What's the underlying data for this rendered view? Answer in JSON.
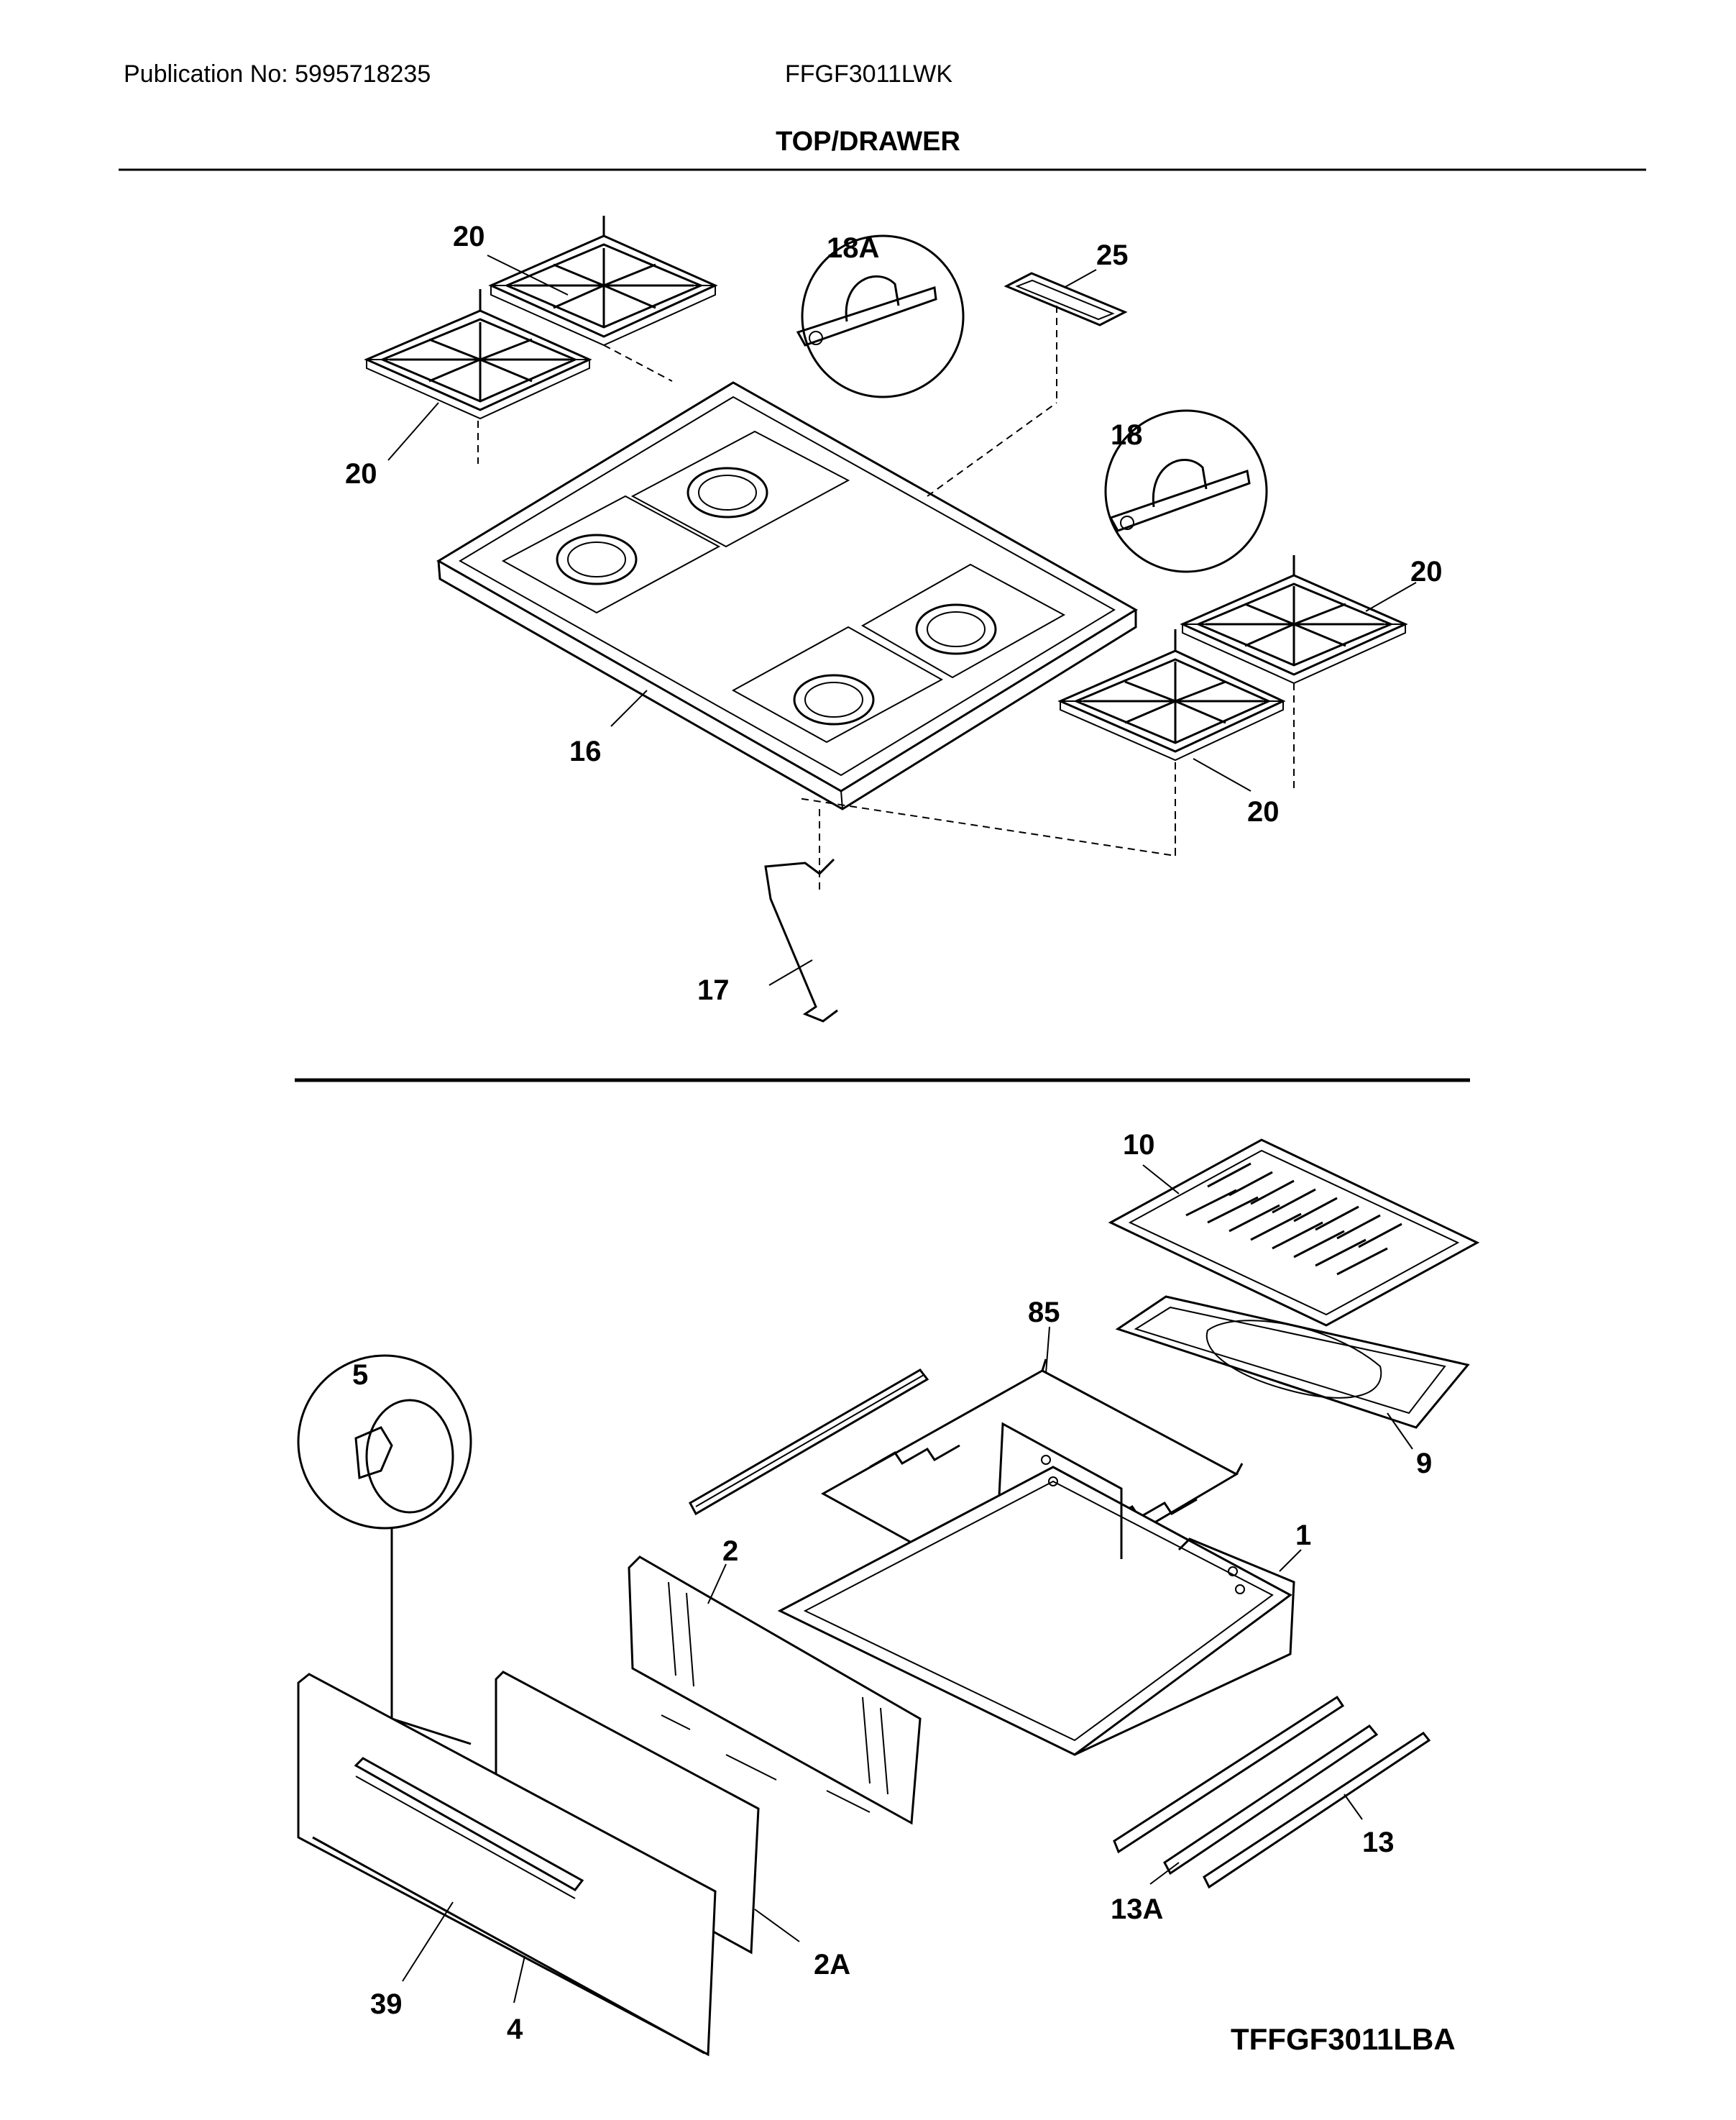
{
  "header": {
    "publication": "Publication No: 5995718235",
    "model": "FFGF3011LWK",
    "section_title": "TOP/DRAWER"
  },
  "callouts": {
    "grate_tl": "20",
    "grate_ml": "20",
    "grate_mr": "20",
    "grate_br": "20",
    "bracket_18a": "18A",
    "bracket_18": "18",
    "part_25": "25",
    "cooktop_16": "16",
    "rod_17": "17",
    "broiler_insert_10": "10",
    "rack_85": "85",
    "broiler_pan_9": "9",
    "drawer_1": "1",
    "drawer_2": "2",
    "knob_5": "5",
    "panel_2a": "2A",
    "handle_39": "39",
    "front_4": "4",
    "slide_13": "13",
    "slide_13a": "13A"
  },
  "footer": {
    "drawing_code": "TFFGF3011LBA"
  }
}
